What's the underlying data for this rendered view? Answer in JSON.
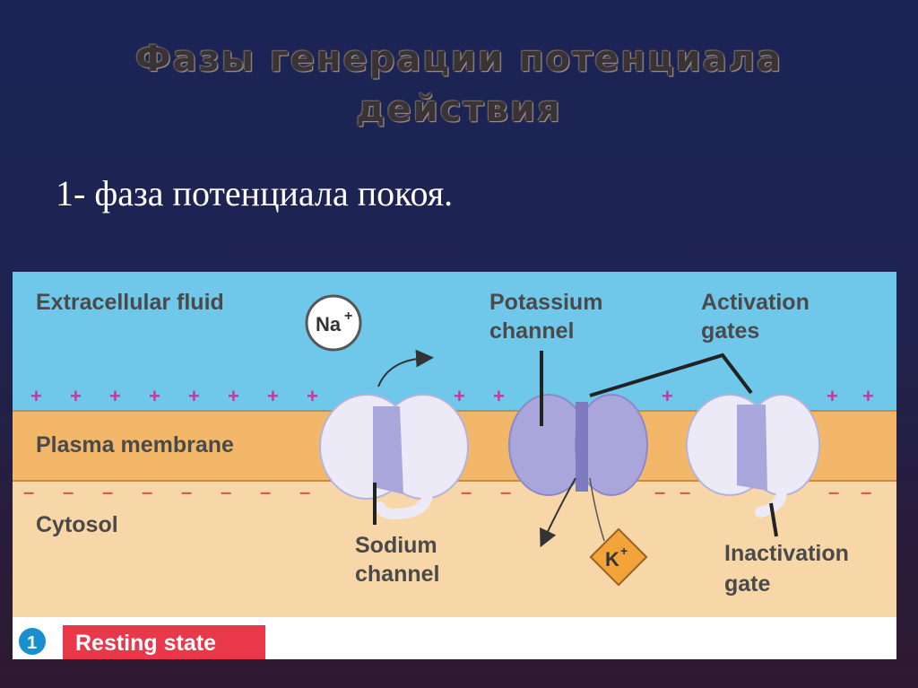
{
  "slide": {
    "title_line1": "Фазы генерации потенциала",
    "title_line2": "действия",
    "phase": "1- фаза потенциала покоя."
  },
  "diagram": {
    "extracellular_label": "Extracellular fluid",
    "membrane_label": "Plasma membrane",
    "cytosol_label": "Cytosol",
    "na_ion": "Na",
    "na_charge": "+",
    "k_ion": "K",
    "k_charge": "+",
    "potassium_line1": "Potassium",
    "potassium_line2": "channel",
    "activation_line1": "Activation",
    "activation_line2": "gates",
    "sodium_line1": "Sodium",
    "sodium_line2": "channel",
    "inactivation_line1": "Inactivation",
    "inactivation_line2": "gate",
    "step_number": "1",
    "state_label": "Resting state",
    "outer_charge": "+",
    "inner_charge": "–"
  },
  "colors": {
    "extracellular": "#6fc8ea",
    "membrane": "#f3b769",
    "cytosol": "#f7d6a8",
    "channel_light": "#eceaf7",
    "channel_dark": "#a9a6db",
    "state_badge": "#e8384a",
    "step_circle": "#1a8fd0",
    "ion_k": "#f2a33a",
    "positive": "#c23a9a",
    "negative": "#d06060"
  }
}
